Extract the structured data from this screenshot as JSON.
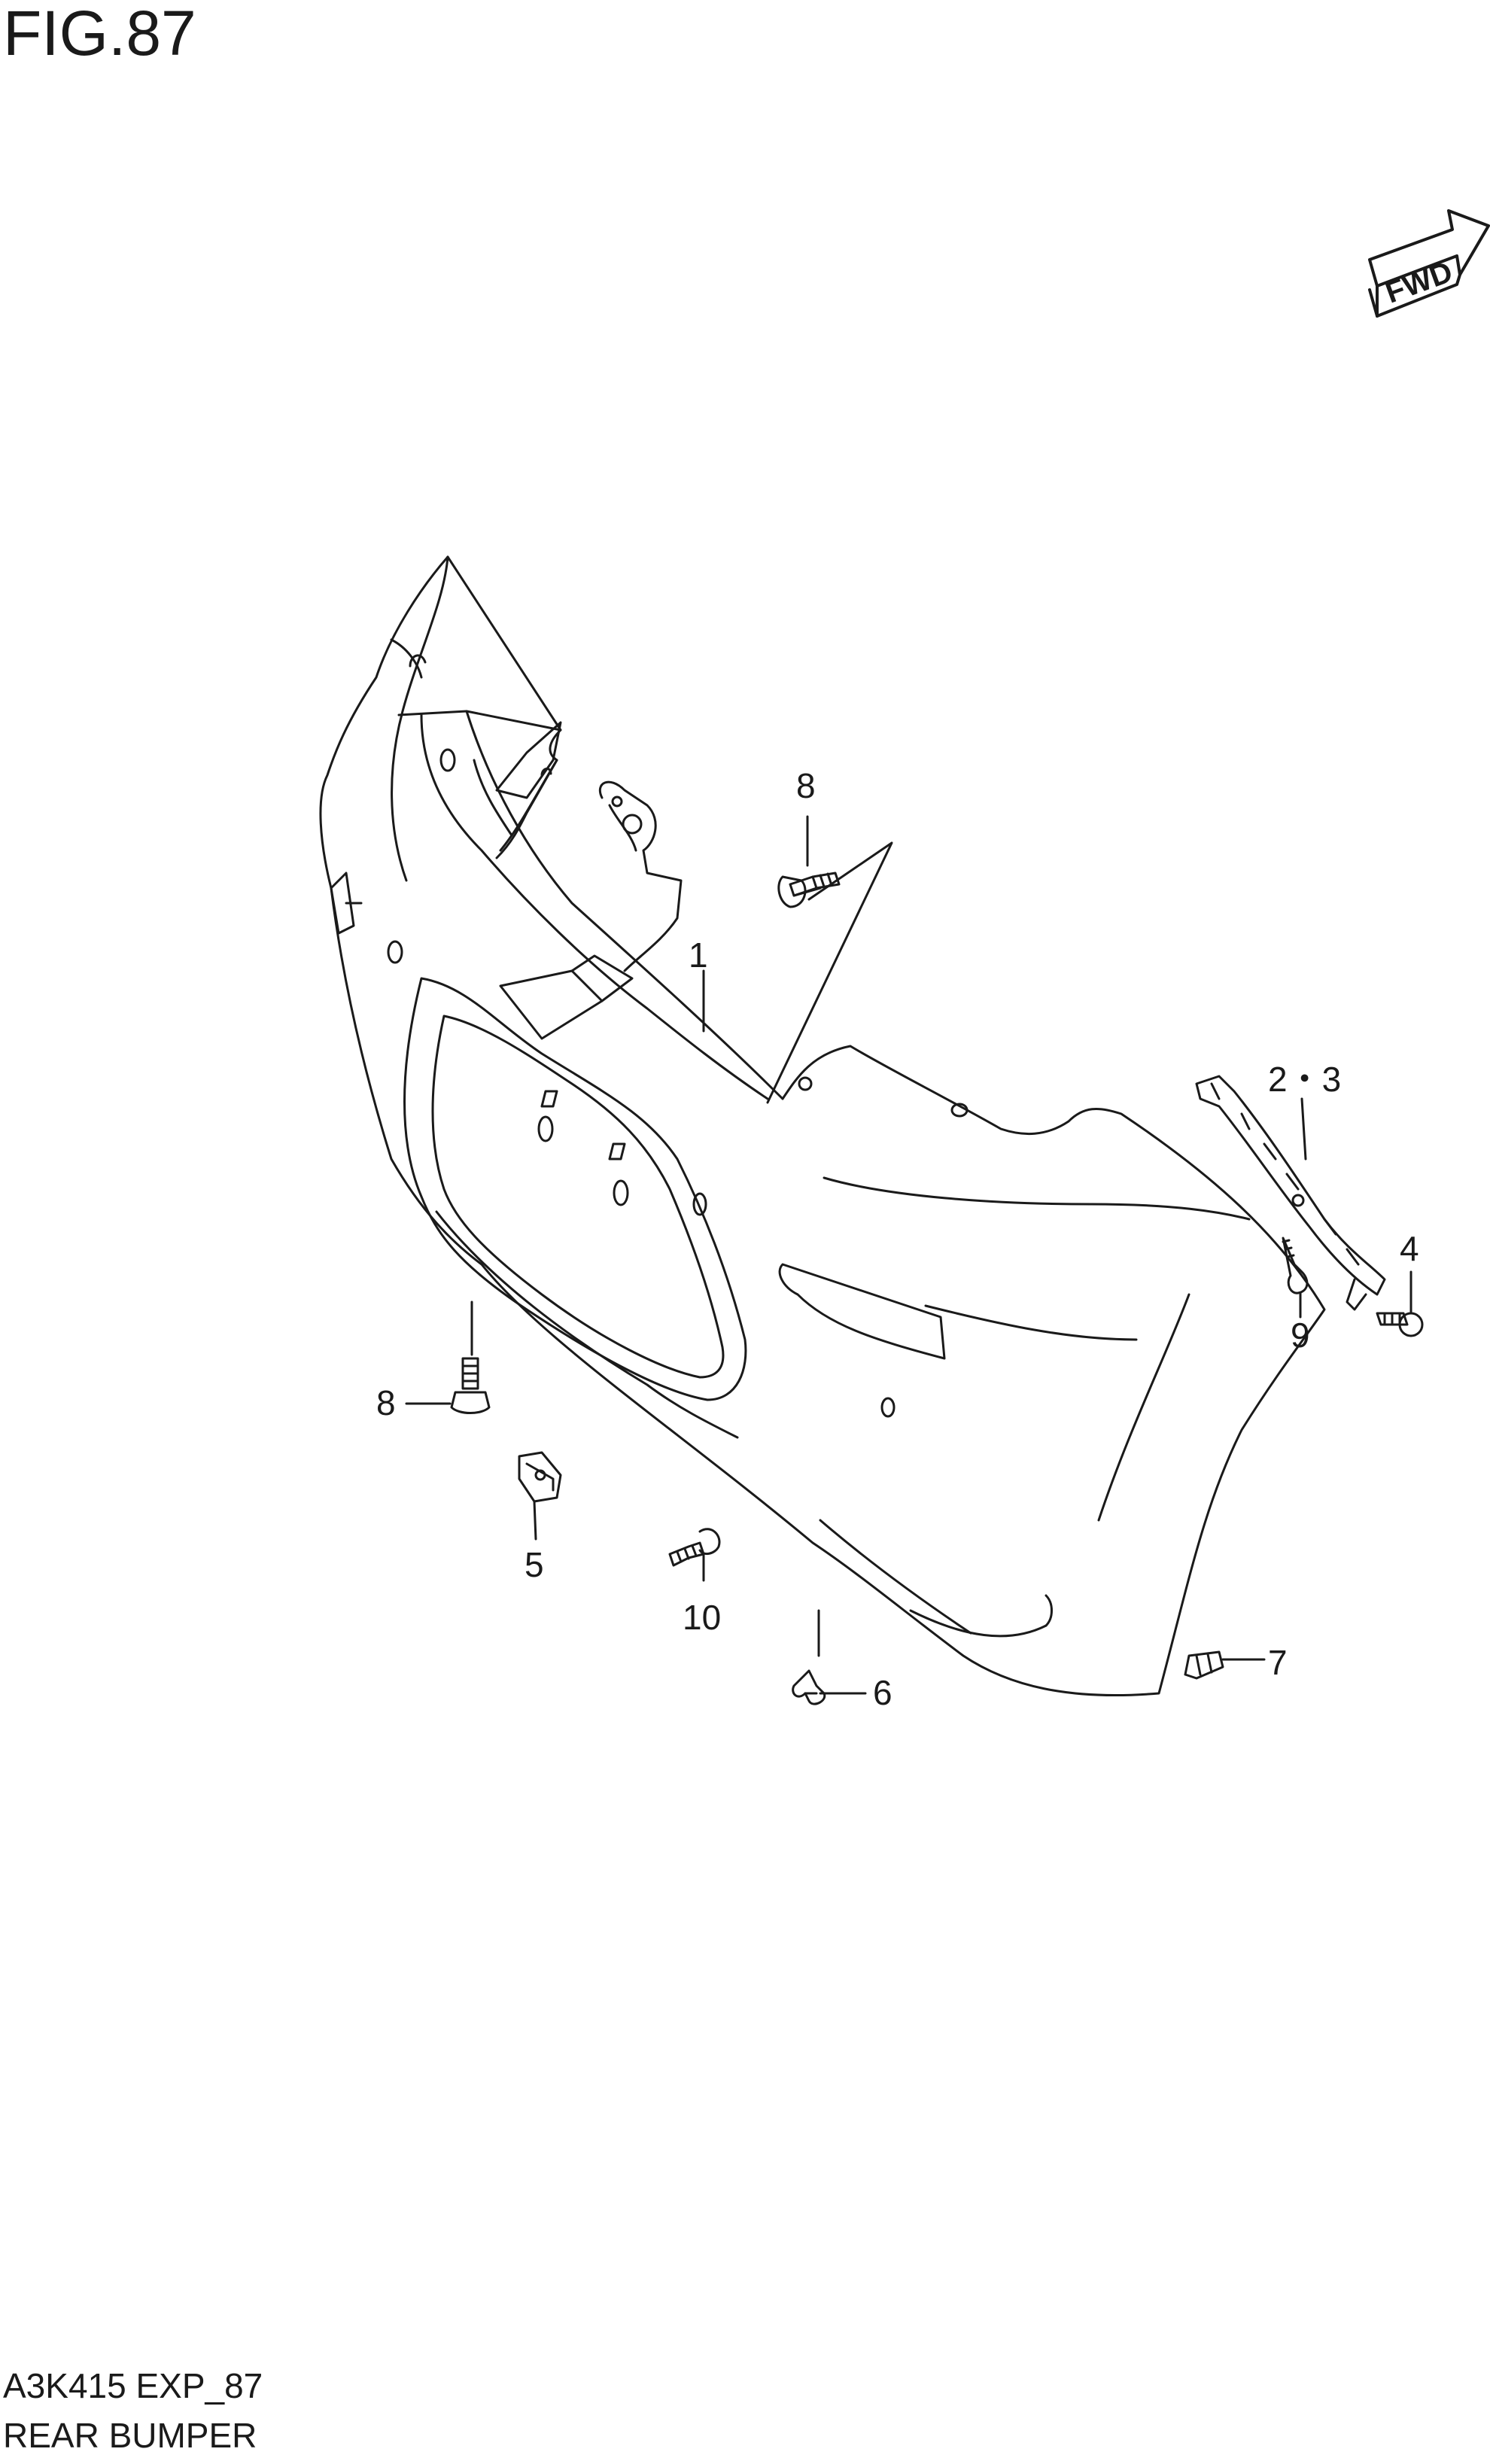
{
  "figure": {
    "title": "FIG.87"
  },
  "footer": {
    "code": "A3K415 EXP_87",
    "name": "REAR BUMPER"
  },
  "direction_badge": {
    "label": "FWD"
  },
  "callouts": [
    {
      "id": "1",
      "label": "1"
    },
    {
      "id": "2-3",
      "label": "2・3"
    },
    {
      "id": "4",
      "label": "4"
    },
    {
      "id": "5",
      "label": "5"
    },
    {
      "id": "6",
      "label": "6"
    },
    {
      "id": "7",
      "label": "7"
    },
    {
      "id": "8-upper",
      "label": "8"
    },
    {
      "id": "8-lower",
      "label": "8"
    },
    {
      "id": "9",
      "label": "9"
    },
    {
      "id": "10",
      "label": "10"
    }
  ]
}
